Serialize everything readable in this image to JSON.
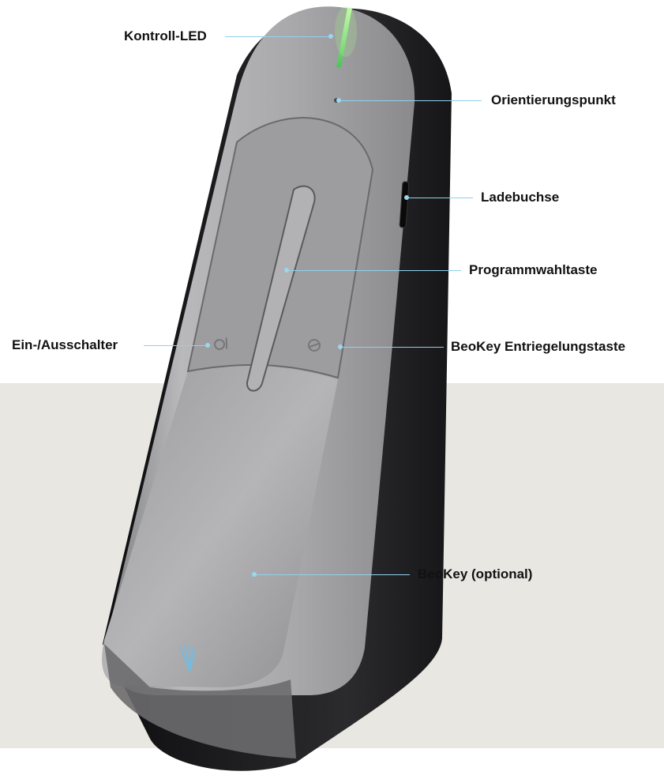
{
  "labels": {
    "kontroll_led": "Kontroll-LED",
    "orientierungspunkt": "Orientierungspunkt",
    "ladebuchse": "Ladebuchse",
    "programmwahltaste": "Programmwahltaste",
    "ein_ausschalter": "Ein-/Ausschalter",
    "beokey_entriegelungstaste": "BeoKey Entriegelungstaste",
    "beokey_optional": "BeoKey (optional)"
  },
  "colors": {
    "leader_line": "#8fd0ee",
    "background_panel": "#e8e7e2",
    "led": "#7be36a",
    "body_dark": "#1d1d1f",
    "body_silver": "#a8a8aa"
  },
  "icons": {
    "power": "power-icon",
    "unlock": "unlock-icon",
    "logo": "brand-logo-icon"
  }
}
